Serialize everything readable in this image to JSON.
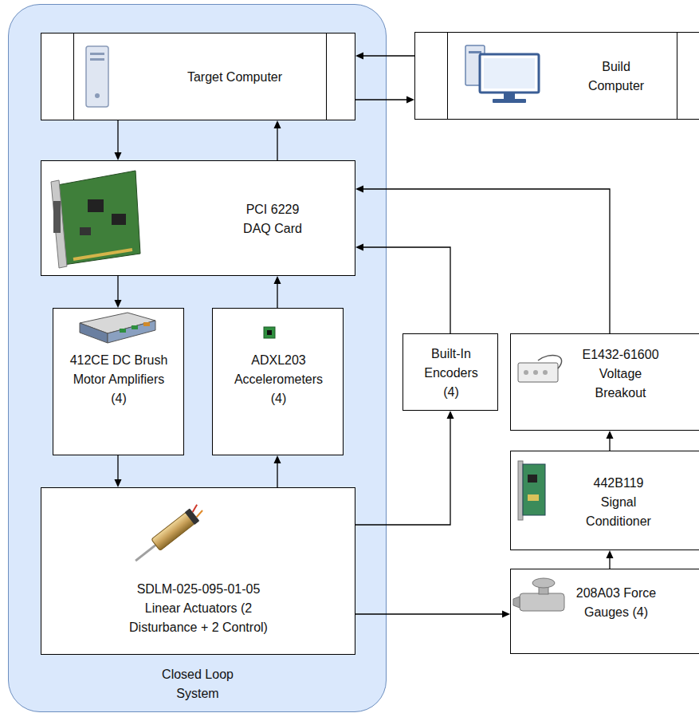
{
  "diagram": {
    "nodes": [
      {
        "text": [
          "Closed Loop System"
        ]
      },
      {
        "text": [
          "Target Computer"
        ],
        "in": 0
      },
      {
        "text": [
          "Build Computer"
        ]
      },
      {
        "text": [
          "PCI 6229 DAQ Card"
        ],
        "in": 0
      },
      {
        "text": [
          "412CE DC Brush Motor Amplifiers (4)"
        ],
        "in": 0
      },
      {
        "text": [
          "ADXL203 Accelerometers (4)"
        ],
        "in": 0
      },
      {
        "text": [
          "Built-In Encoders (4)"
        ]
      },
      {
        "text": [
          "E1432-61600 Voltage Breakout"
        ]
      },
      {
        "text": [
          "442B119 Signal Conditioner"
        ]
      },
      {
        "text": [
          "SDLM-025-095-01-05 Linear Actuators (2 Disturbance + 2 Control)"
        ],
        "in": 0
      },
      {
        "text": [
          "208A03 Force Gauges (4)"
        ]
      }
    ],
    "edges": [
      {
        "from": 2,
        "to": 1,
        "arrow": "to"
      },
      {
        "from": 1,
        "to": 2,
        "arrow": "to"
      },
      {
        "from": 1,
        "to": 3,
        "arrow": "to"
      },
      {
        "from": 3,
        "to": 1,
        "arrow": "to"
      },
      {
        "from": 3,
        "to": 4,
        "arrow": "to"
      },
      {
        "from": 5,
        "to": 3,
        "arrow": "to"
      },
      {
        "from": 4,
        "to": 9,
        "arrow": "to"
      },
      {
        "from": 9,
        "to": 5,
        "arrow": "to"
      },
      {
        "from": 9,
        "to": 6,
        "arrow": "to"
      },
      {
        "from": 6,
        "to": 3,
        "arrow": "to"
      },
      {
        "from": 9,
        "to": 10,
        "arrow": "to"
      },
      {
        "from": 10,
        "to": 8,
        "arrow": "to"
      },
      {
        "from": 8,
        "to": 7,
        "arrow": "to"
      },
      {
        "from": 7,
        "to": 3,
        "arrow": "to"
      }
    ]
  }
}
